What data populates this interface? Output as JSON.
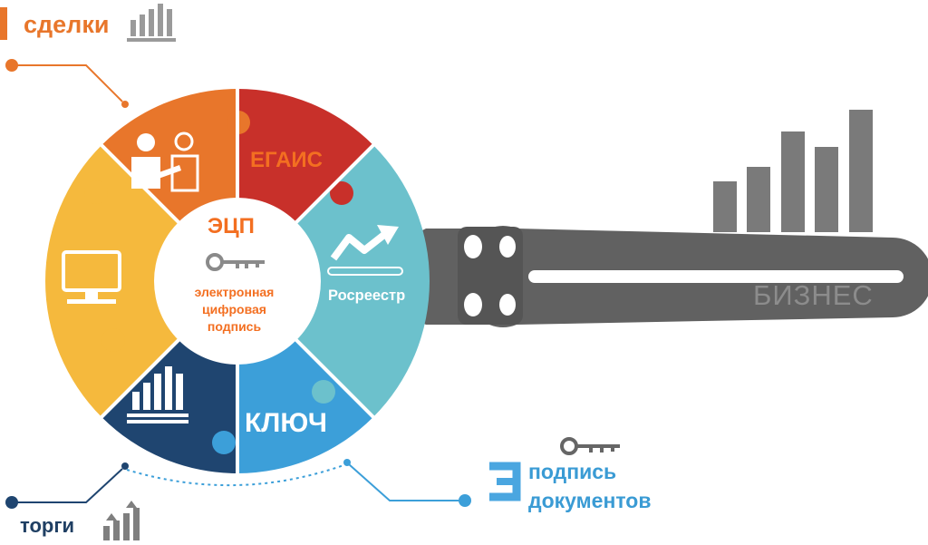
{
  "labels": {
    "deals": "сделки",
    "auctions": "торги",
    "sign_line1": "подпись",
    "sign_line2": "документов"
  },
  "segments": {
    "egais": "ЕГАИС",
    "rosreestr": "Росреестр",
    "key": "КЛЮЧ"
  },
  "center": {
    "title": "ЭЦП",
    "subtitle_line1": "электронная",
    "subtitle_line2": "цифровая",
    "subtitle_line3": "подпись"
  },
  "key_handle": {
    "text": "БИЗНЕС"
  },
  "colors": {
    "orange": "#e8762b",
    "red": "#c8302a",
    "teal": "#6cc1cc",
    "blue": "#3c9fd9",
    "navy": "#1f4570",
    "yellow": "#f5b93d",
    "key_gray": "#616161",
    "bars_gray": "#7a7a7a"
  },
  "icons": [
    "meeting-people-icon",
    "monitor-icon",
    "growth-chart-icon",
    "bar-chart-icon",
    "bar-chart-arrows-icon",
    "key-icon",
    "number-three-icon"
  ]
}
